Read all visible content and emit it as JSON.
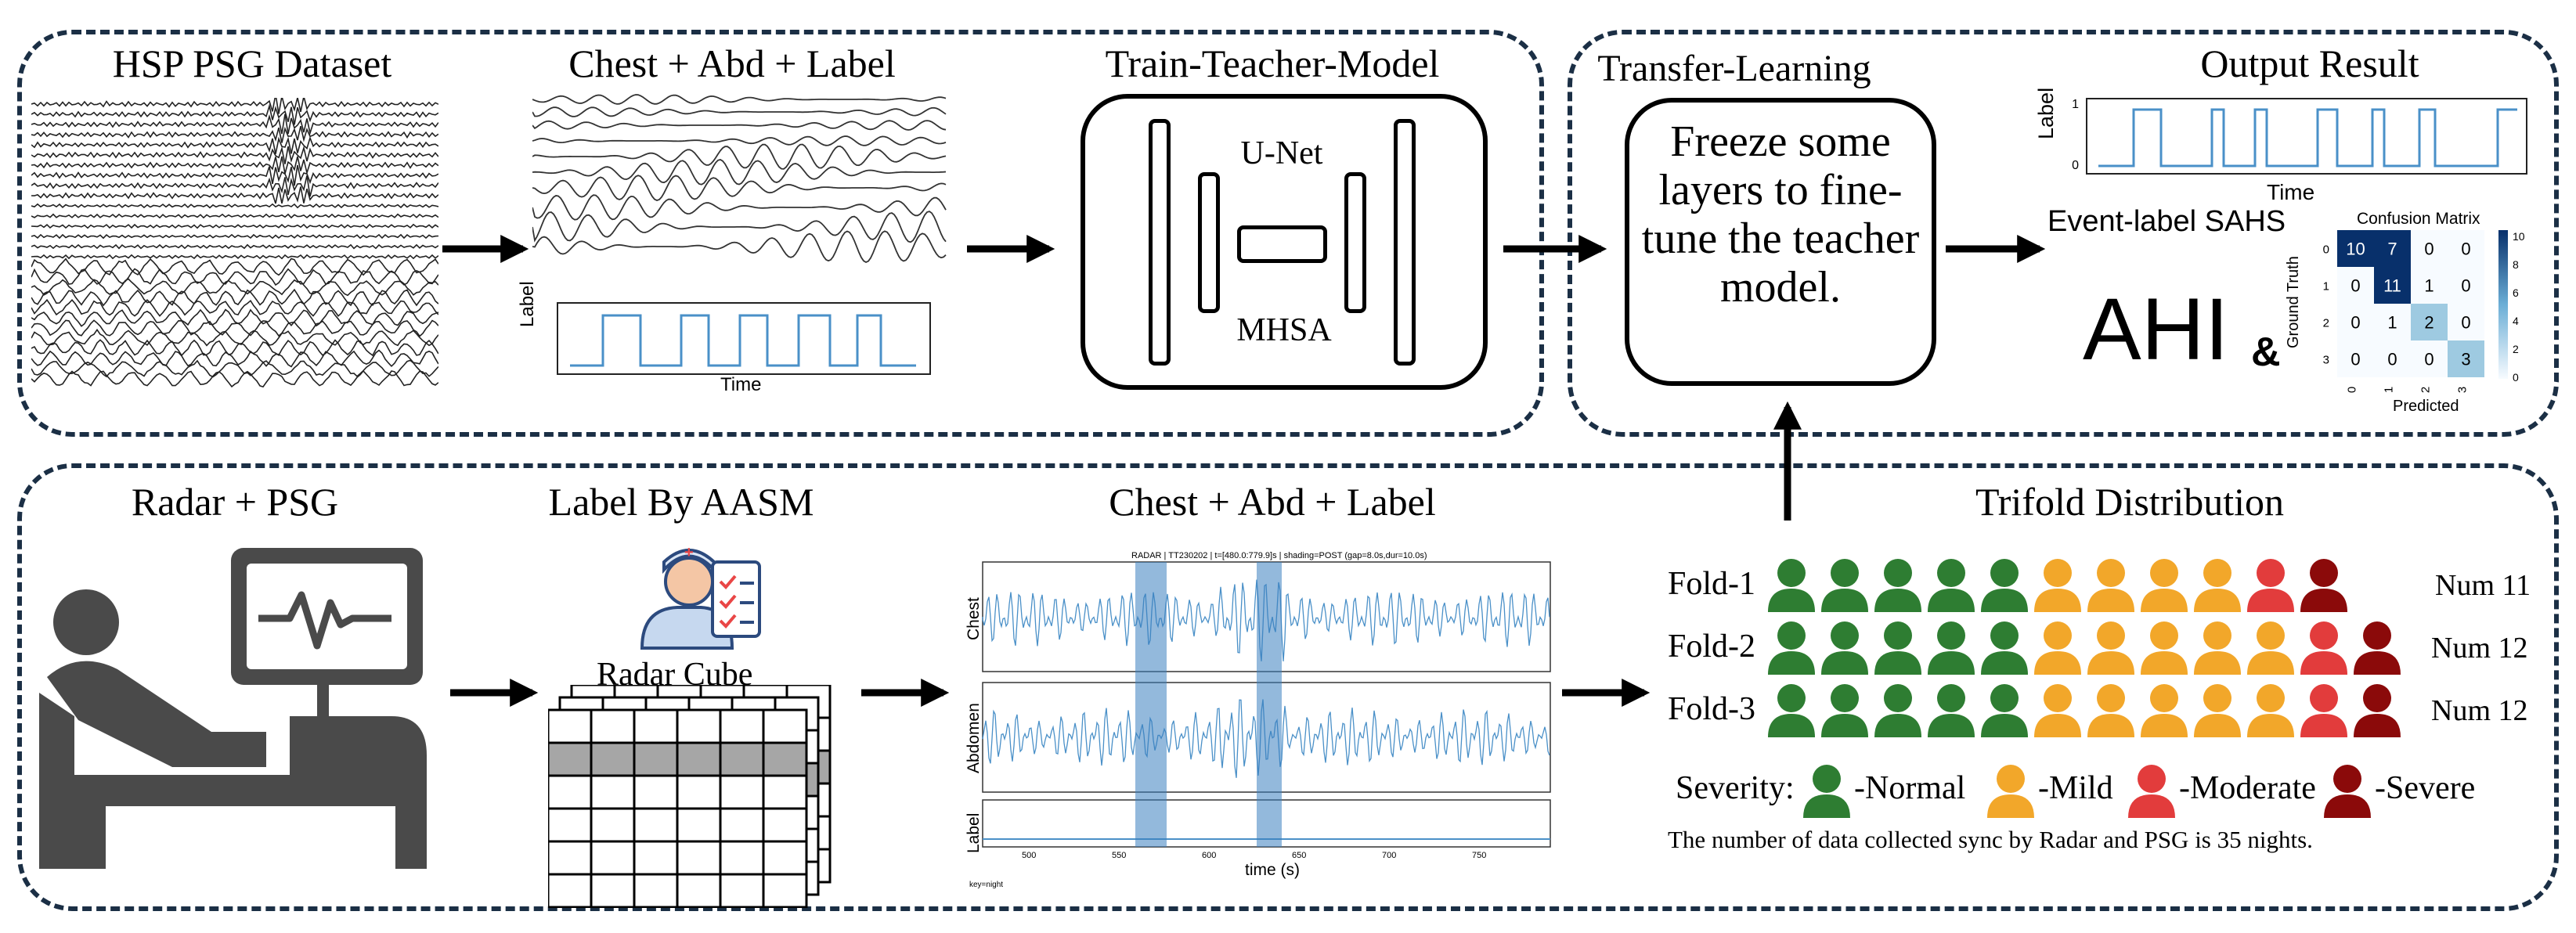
{
  "top_left": {
    "hsp_title": "HSP PSG Dataset",
    "chest_title": "Chest + Abd + Label",
    "teacher_title": "Train-Teacher-Model",
    "unet": "U-Net",
    "mhsa": "MHSA",
    "label_axis": "Label",
    "time_axis": "Time"
  },
  "top_right": {
    "transfer_title": "Transfer-Learning",
    "transfer_text": "Freeze some layers to fine-tune the teacher model.",
    "output_title": "Output Result",
    "label_axis": "Label",
    "time_axis": "Time",
    "event_label": "Event-label SAHS",
    "ahi": "AHI",
    "amp": "&",
    "confusion": {
      "title": "Confusion Matrix",
      "ylabel": "Ground Truth",
      "xlabel": "Predicted",
      "ticks": [
        "0",
        "1",
        "2",
        "3"
      ],
      "matrix": [
        [
          10,
          7,
          0,
          0
        ],
        [
          0,
          11,
          1,
          0
        ],
        [
          0,
          1,
          2,
          0
        ],
        [
          0,
          0,
          0,
          3
        ]
      ],
      "colorbar_ticks": [
        "10",
        "8",
        "6",
        "4",
        "2",
        "0"
      ]
    }
  },
  "bottom": {
    "radar_title": "Radar + PSG",
    "aasm_title": "Label By AASM",
    "cube_label": "Radar Cube",
    "chest_title": "Chest + Abd + Label",
    "plot_header": "RADAR | TT230202 | t=[480.0:779.9]s | shading=POST (gap=8.0s,dur=10.0s)",
    "plot_ylabels": [
      "Chest",
      "Abdomen",
      "Label"
    ],
    "plot_xlabel": "time (s)",
    "plot_xticks": [
      "500",
      "550",
      "600",
      "650",
      "700",
      "750"
    ],
    "key_text": "key=night",
    "trifold_title": "Trifold Distribution",
    "folds": [
      {
        "label": "Fold-1",
        "num": "Num 11",
        "counts": [
          5,
          4,
          1,
          1
        ]
      },
      {
        "label": "Fold-2",
        "num": "Num 12",
        "counts": [
          5,
          5,
          1,
          1
        ]
      },
      {
        "label": "Fold-3",
        "num": "Num 12",
        "counts": [
          5,
          5,
          1,
          1
        ]
      }
    ],
    "severity_label": "Severity:",
    "severity": [
      {
        "name": "-Normal",
        "color": "#2e7d32"
      },
      {
        "name": "-Mild",
        "color": "#f2a72a"
      },
      {
        "name": "-Moderate",
        "color": "#e23c3c"
      },
      {
        "name": "-Severe",
        "color": "#8b0a0a"
      }
    ],
    "footnote": "The number of data collected sync by Radar and PSG is 35 nights."
  },
  "colors": {
    "border": "#1b2f45",
    "plot_line": "#4a90c8",
    "shade": "#3b7fbf"
  }
}
